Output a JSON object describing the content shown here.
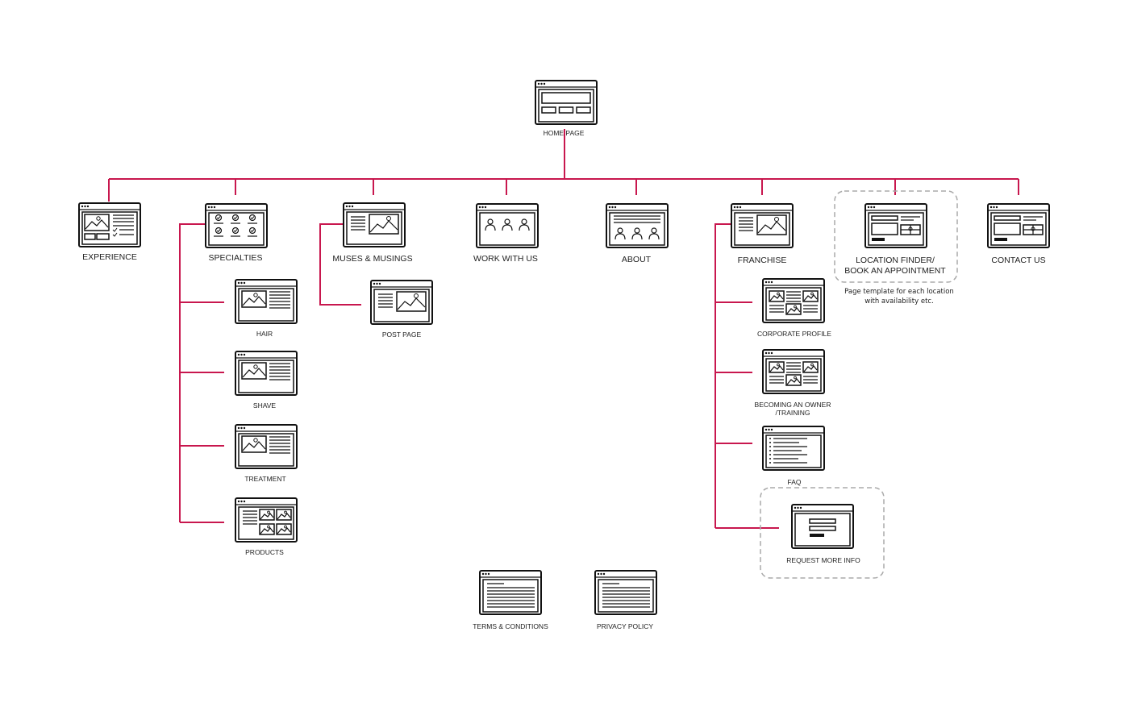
{
  "colors": {
    "connector": "#c8174e",
    "frame": "#111111",
    "dashed_outline": "#aaaaaa"
  },
  "nodes": {
    "home": {
      "label": "HOME PAGE",
      "icon": "home-wireframe-icon"
    },
    "experience": {
      "label": "EXPERIENCE",
      "icon": "image-checklist-wireframe-icon"
    },
    "specialties": {
      "label": "SPECIALTIES",
      "icon": "check-grid-wireframe-icon"
    },
    "muses": {
      "label": "MUSES & MUSINGS",
      "icon": "text-image-wireframe-icon"
    },
    "work": {
      "label": "WORK WITH US",
      "icon": "people-wireframe-icon"
    },
    "about": {
      "label": "ABOUT",
      "icon": "text-people-wireframe-icon"
    },
    "franchise": {
      "label": "FRANCHISE",
      "icon": "text-image-wireframe-icon"
    },
    "location": {
      "label_line1": "LOCATION FINDER/",
      "label_line2": "BOOK AN APPOINTMENT",
      "icon": "form-map-wireframe-icon"
    },
    "contact": {
      "label": "CONTACT US",
      "icon": "form-map-wireframe-icon"
    },
    "hair": {
      "label": "HAIR",
      "icon": "image-text-wireframe-icon"
    },
    "shave": {
      "label": "SHAVE",
      "icon": "image-text-wireframe-icon"
    },
    "treatment": {
      "label": "TREATMENT",
      "icon": "image-text-wireframe-icon"
    },
    "products": {
      "label": "PRODUCTS",
      "icon": "text-gallery-wireframe-icon"
    },
    "post": {
      "label": "POST PAGE",
      "icon": "text-image-wireframe-icon"
    },
    "corporate": {
      "label": "CORPORATE PROFILE",
      "icon": "image-grid-wireframe-icon"
    },
    "owner": {
      "label_line1": "BECOMING AN OWNER",
      "label_line2": "/TRAINING",
      "icon": "image-grid-wireframe-icon"
    },
    "faq": {
      "label": "FAQ",
      "icon": "bullet-list-wireframe-icon"
    },
    "request": {
      "label": "REQUEST MORE INFO",
      "icon": "form-wireframe-icon"
    },
    "terms": {
      "label": "TERMS & CONDITIONS",
      "icon": "text-document-wireframe-icon"
    },
    "privacy": {
      "label": "PRIVACY POLICY",
      "icon": "text-document-wireframe-icon"
    }
  },
  "notes": {
    "location_line1": "Page template for each location",
    "location_line2": "with availability etc."
  }
}
